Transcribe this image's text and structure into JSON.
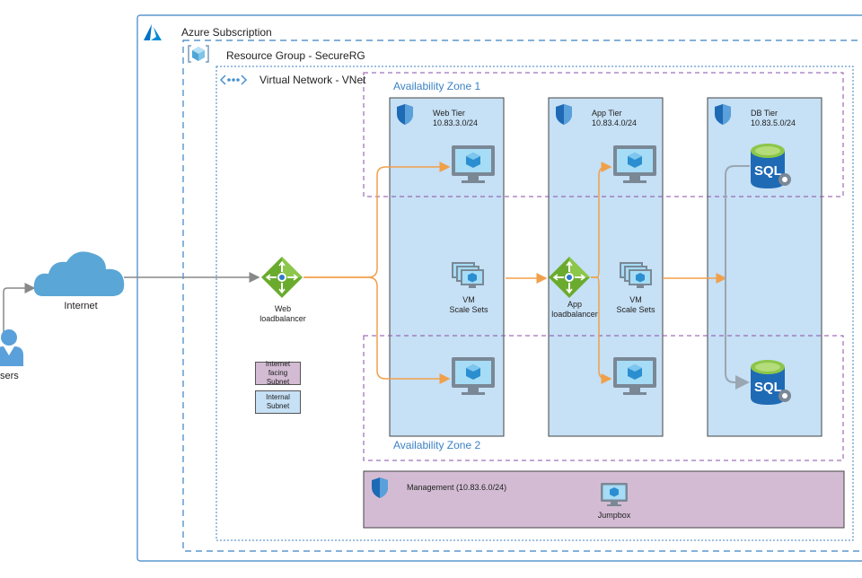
{
  "subscription": {
    "label": "Azure Subscription"
  },
  "resource_group": {
    "label": "Resource Group - SecureRG"
  },
  "vnet": {
    "label": "Virtual Network - VNet"
  },
  "zones": [
    {
      "label": "Availability Zone 1"
    },
    {
      "label": "Availability Zone 2"
    }
  ],
  "tiers": {
    "web": {
      "name": "Web Tier",
      "cidr": "10.83.3.0/24"
    },
    "app": {
      "name": "App Tier",
      "cidr": "10.83.4.0/24"
    },
    "db": {
      "name": "DB Tier",
      "cidr": "10.83.5.0/24"
    }
  },
  "management": {
    "label": "Management (10.83.6.0/24)",
    "jumpbox": "Jumpbox"
  },
  "internet": {
    "label": "Internet"
  },
  "users": {
    "label": "sers"
  },
  "web_lb": {
    "line1": "Web",
    "line2": "loadbalancer"
  },
  "app_lb": {
    "line1": "App",
    "line2": "loadbalancer"
  },
  "vmss": {
    "line1": "VM",
    "line2": "Scale Sets"
  },
  "legend": {
    "internet_facing": {
      "line1": "Internet facing",
      "line2": "Subnet"
    },
    "internal": {
      "line1": "Internal",
      "line2": "Subnet"
    }
  },
  "sql_label": "SQL",
  "colors": {
    "subscription_border": "#3b82c4",
    "zone_border": "#8a4ea8",
    "tier_fill": "#c6e0f5",
    "management_fill": "#d3bcd3",
    "flow_line": "#f0a04b",
    "internet_line": "#888888",
    "lb_green": "#6aab2e",
    "cloud": "#5aa6d6"
  }
}
